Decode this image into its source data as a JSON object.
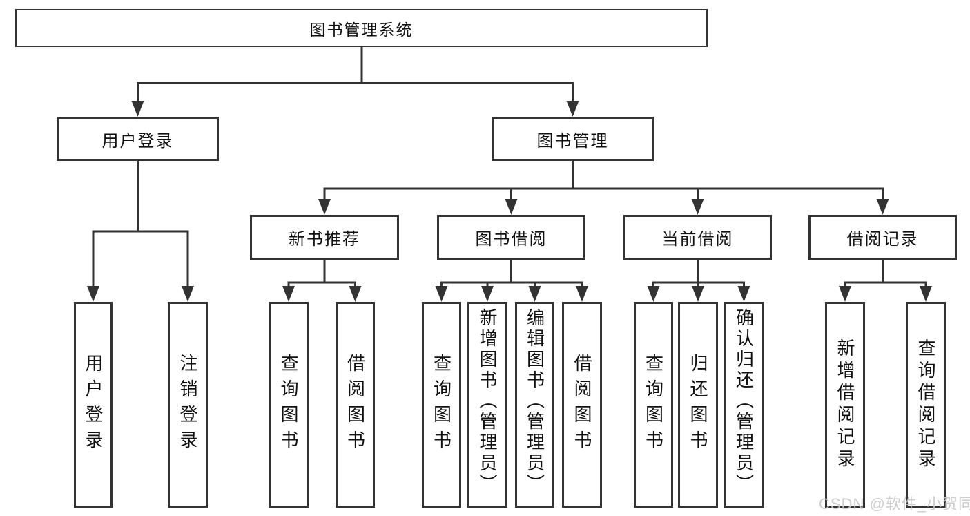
{
  "tree": {
    "label": "图书管理系统",
    "children": [
      {
        "label": "用户登录",
        "children": [
          {
            "label": "用户登录"
          },
          {
            "label": "注销登录"
          }
        ]
      },
      {
        "label": "图书管理",
        "children": [
          {
            "label": "新书推荐",
            "children": [
              {
                "label": "查询图书"
              },
              {
                "label": "借阅图书"
              }
            ]
          },
          {
            "label": "图书借阅",
            "children": [
              {
                "label": "查询图书"
              },
              {
                "label": "新增图书（管理员）"
              },
              {
                "label": "编辑图书（管理员）"
              },
              {
                "label": "借阅图书"
              }
            ]
          },
          {
            "label": "当前借阅",
            "children": [
              {
                "label": "查询图书"
              },
              {
                "label": "归还图书"
              },
              {
                "label": "确认归还（管理员）"
              }
            ]
          },
          {
            "label": "借阅记录",
            "children": [
              {
                "label": "新增借阅记录"
              },
              {
                "label": "查询借阅记录"
              }
            ]
          }
        ]
      }
    ]
  },
  "watermark": {
    "text": "CSDN @软件_小贺同学"
  },
  "colors": {
    "line": "#333333",
    "text": "#111111",
    "watermark": "#c8c8c8",
    "background": "#ffffff"
  }
}
